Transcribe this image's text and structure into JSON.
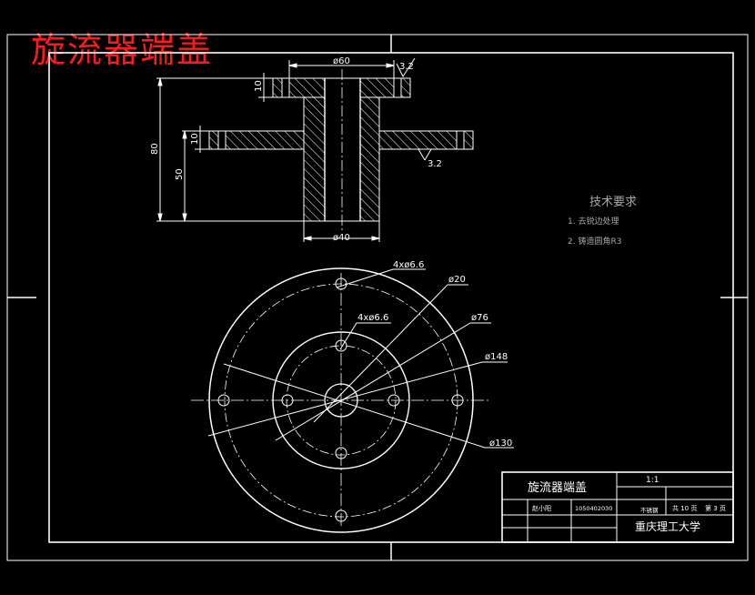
{
  "drawing_title": "旋流器端盖",
  "colors": {
    "background": "#000000",
    "line": "#ffffff",
    "title_red": "#ff1a1a",
    "notes": "#a8a8a8"
  },
  "section_view": {
    "dimensions": {
      "top_diameter": "ø60",
      "bottom_diameter": "ø40",
      "total_height": "80",
      "flange_height": "50",
      "top_flange_thickness": "10",
      "mid_flange_thickness": "10",
      "roughness_top": "3.2",
      "roughness_mid": "3.2"
    }
  },
  "plan_view": {
    "callouts": {
      "outer_holes": "4xø6.6",
      "inner_holes": "4xø6.6",
      "d20": "ø20",
      "d76": "ø76",
      "d148": "ø148",
      "d130": "ø130"
    }
  },
  "tech_requirements": {
    "heading": "技术要求",
    "items": [
      "1. 去锐边处理",
      "2. 铸造圆角R3"
    ]
  },
  "title_block": {
    "part_name": "旋流器端盖",
    "scale": "1:1",
    "drawn_by": "赵小阳",
    "student_id": "1050402030",
    "material": "不锈钢",
    "sheets": "共 10 页",
    "sheet_no": "第 3 页",
    "school": "重庆理工大学"
  }
}
